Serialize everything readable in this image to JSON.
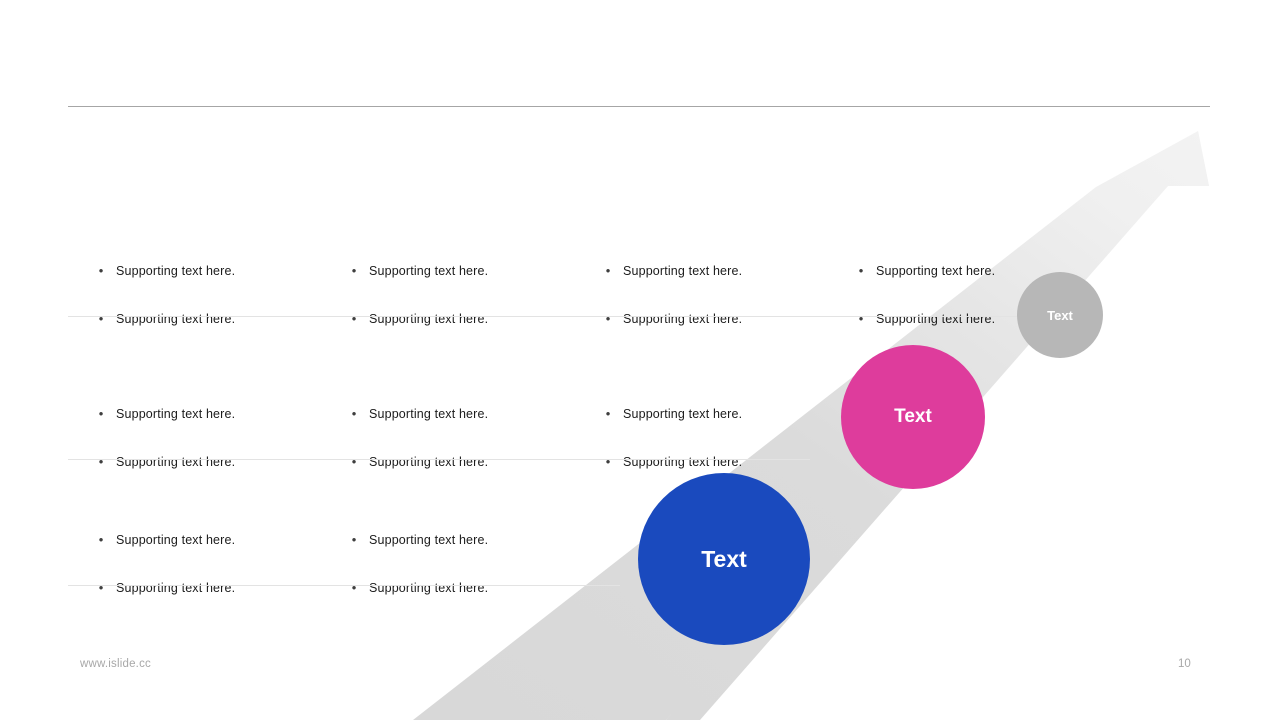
{
  "slide": {
    "page_number": "10",
    "footer_url": "www.islide.cc",
    "background_color": "#ffffff"
  },
  "graphic": {
    "name": "upward-arrow",
    "body_color": "#D9D9D9",
    "tip_color": "#F1F1F1",
    "direction": "up-right"
  },
  "colors": {
    "blue": "#1A4ABE",
    "pink": "#DE3C9C",
    "grey": "#B7B7B7",
    "rule_top": "#A6A6A6",
    "rule_row": "#E3E3E3",
    "body_text": "#1C1C1C",
    "footer_text": "#A8A8A8"
  },
  "markers": [
    {
      "label": "Text",
      "color": "#B7B7B7",
      "size": "small"
    },
    {
      "label": "Text",
      "color": "#DE3C9C",
      "size": "medium"
    },
    {
      "label": "Text",
      "color": "#1A4ABE",
      "size": "large"
    }
  ],
  "rows": [
    {
      "rule_width": 952,
      "columns": [
        {
          "lines": [
            "Supporting  text here.",
            "Supporting  text here."
          ]
        },
        {
          "lines": [
            "Supporting  text here.",
            "Supporting  text here."
          ]
        },
        {
          "lines": [
            "Supporting  text here.",
            "Supporting  text here."
          ]
        },
        {
          "lines": [
            "Supporting  text here.",
            "Supporting  text here."
          ]
        }
      ]
    },
    {
      "rule_width": 742,
      "columns": [
        {
          "lines": [
            "Supporting  text here.",
            "Supporting  text here."
          ]
        },
        {
          "lines": [
            "Supporting  text here.",
            "Supporting  text here."
          ]
        },
        {
          "lines": [
            "Supporting  text here.",
            "Supporting  text here."
          ]
        }
      ]
    },
    {
      "rule_width": 552,
      "columns": [
        {
          "lines": [
            "Supporting  text here.",
            "Supporting  text here."
          ]
        },
        {
          "lines": [
            "Supporting  text here.",
            "Supporting  text here."
          ]
        }
      ]
    }
  ],
  "bullet_glyph": "•"
}
